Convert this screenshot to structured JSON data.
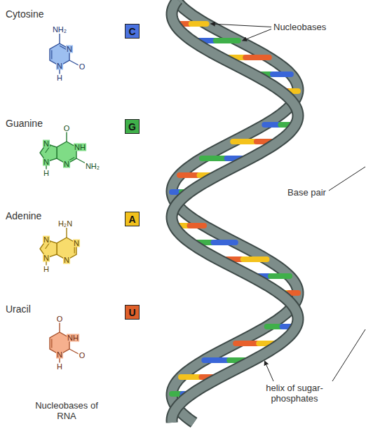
{
  "diagram": {
    "nodes": [
      {
        "text": [
          "C"
        ]
      },
      {
        "text": [
          "G"
        ]
      },
      {
        "text": [
          "A"
        ]
      },
      {
        "text": [
          "U"
        ]
      }
    ],
    "labels": [
      "Cytosine",
      "NH₂",
      "N",
      "O",
      "N",
      "H",
      "Guanine",
      "O",
      "NH",
      "NH₂",
      "N",
      "N",
      "N",
      "H",
      "Adenine",
      "H₂N",
      "N",
      "N",
      "N",
      "N",
      "H",
      "Uracil",
      "O",
      "NH",
      "O",
      "N",
      "H",
      "Nucleobases",
      "Base pair",
      "helix of sugar-phosphates",
      "Nucleobases of RNA"
    ]
  }
}
